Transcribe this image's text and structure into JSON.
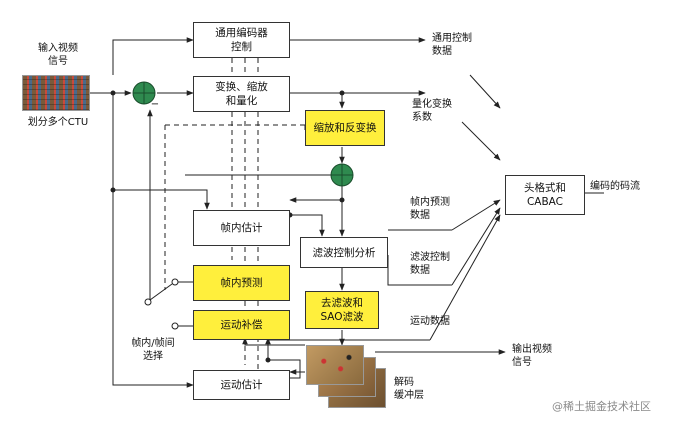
{
  "labels": {
    "input_signal": "输入视频\n信号",
    "split_ctu": "划分多个CTU",
    "general_ctrl_data": "通用控制\n数据",
    "quant_coeff": "量化变换\n系数",
    "intra_pred_data": "帧内预测\n数据",
    "filter_ctrl_data": "滤波控制\n数据",
    "motion_data": "运动数据",
    "bitstream": "编码的码流",
    "output_signal": "输出视频\n信号",
    "intra_inter_select": "帧内/帧间\n选择",
    "decoded_buffer": "解码\n缓冲层",
    "minus": "−"
  },
  "blocks": {
    "general_ctrl": "通用编码器\n控制",
    "transform": "变换、缩放\n和量化",
    "inverse": "缩放和反变换",
    "intra_est": "帧内估计",
    "filter_ctrl": "滤波控制分析",
    "intra_pred": "帧内预测",
    "deblock": "去滤波和\nSAO滤波",
    "motion_comp": "运动补偿",
    "motion_est": "运动估计",
    "cabac": "头格式和\nCABAC"
  },
  "watermark": "@稀土掘金技术社区",
  "colors": {
    "yellow": "#ffef3c",
    "adder": "#2f8a4f",
    "line": "#222222"
  }
}
